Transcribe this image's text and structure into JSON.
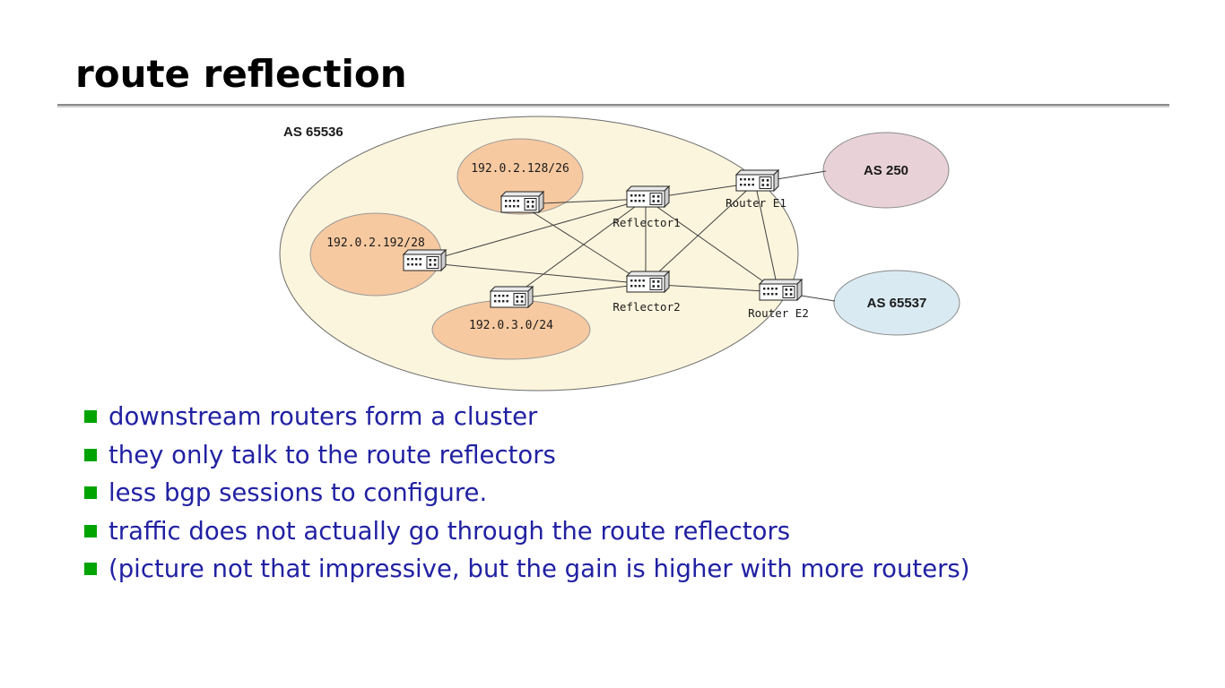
{
  "slide": {
    "title": "route reflection",
    "bullets": [
      "downstream routers form a cluster",
      "they only talk to the route reflectors",
      "less bgp sessions to configure.",
      "traffic does not actually go through the route reflectors",
      "(picture not that impressive, but the gain is higher with more routers)"
    ]
  },
  "diagram": {
    "as_label": "AS 65536",
    "prefixes": [
      "192.0.2.128/26",
      "192.0.2.192/28",
      "192.0.3.0/24"
    ],
    "routers": [
      "Reflector1",
      "Reflector2",
      "Router E1",
      "Router E2"
    ],
    "external_as": [
      "AS 250",
      "AS 65537"
    ]
  },
  "icons": {
    "bullet_marker": "green-square",
    "router": "switch-box-with-ports"
  },
  "colors": {
    "title_color": "#000000",
    "bullet_text": "#2121a3",
    "bullet_marker": "#00a400",
    "label_color": "#1a1a1a",
    "as_fill": "#fcf5dd",
    "prefix_fill": "#f7c9a0",
    "as250_fill": "#e8d2d8",
    "as65537_fill": "#d9eaf2",
    "link": "#404040"
  }
}
